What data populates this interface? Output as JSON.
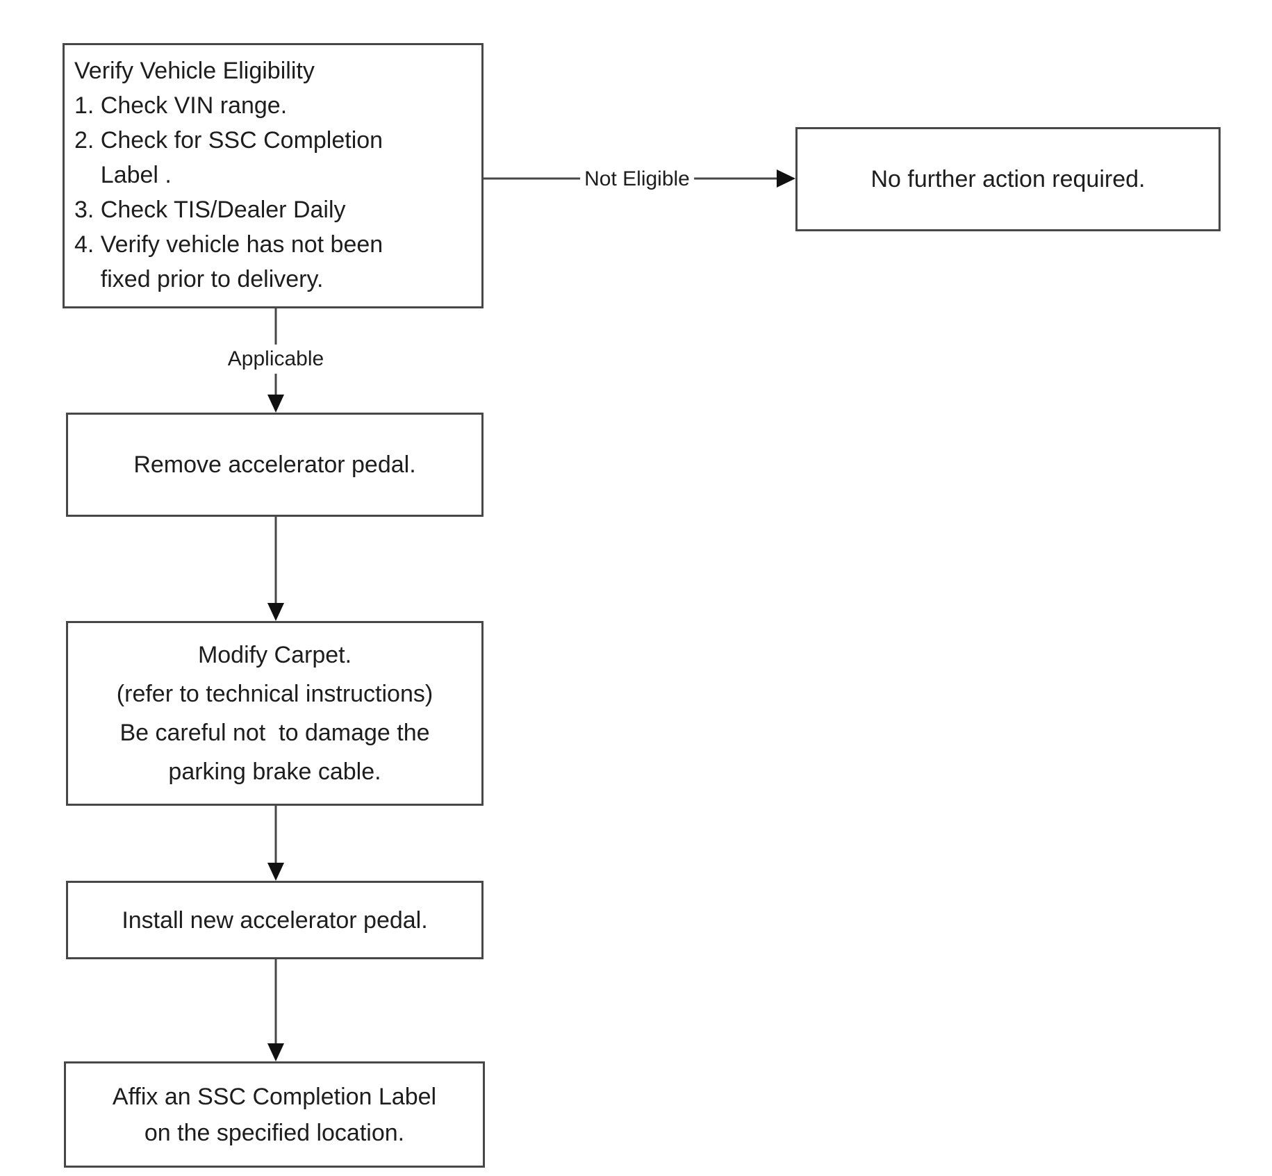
{
  "page": {
    "background_color": "#ffffff",
    "line_color": "#474747",
    "text_color": "#1d1d1d"
  },
  "flowchart": {
    "boxes": {
      "eligibility": {
        "lines": [
          "Verify Vehicle Eligibility",
          "1. Check VIN range.",
          "2. Check for SSC Completion",
          "    Label .",
          "3. Check TIS/Dealer Daily",
          "4. Verify vehicle has not been",
          "    fixed prior to delivery."
        ]
      },
      "no_action": {
        "text": "No further action required."
      },
      "remove_pedal": {
        "text": "Remove accelerator pedal."
      },
      "modify_carpet": {
        "lines": [
          "Modify Carpet.",
          "(refer to technical instructions)",
          "Be careful not  to damage the",
          "parking brake cable."
        ]
      },
      "install_pedal": {
        "text": "Install new accelerator pedal."
      },
      "affix_label": {
        "lines": [
          "Affix an SSC Completion Label",
          "on the specified location."
        ]
      }
    },
    "edges": {
      "not_eligible_label": "Not Eligible",
      "applicable_label": "Applicable"
    }
  }
}
